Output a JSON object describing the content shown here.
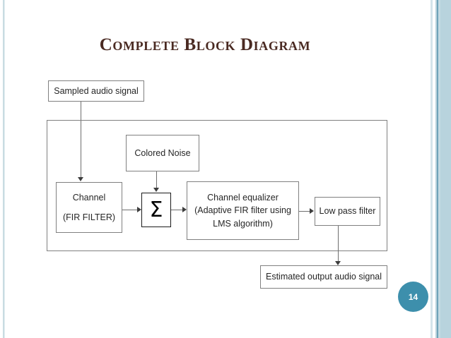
{
  "slide": {
    "title": "Complete Block Diagram",
    "page_number": "14",
    "accent_color": "#3d8fac",
    "title_color": "#4a2a22",
    "edge_stripe_color": "#b8d3dd"
  },
  "diagram": {
    "type": "block-diagram",
    "blocks": [
      {
        "id": "sampled-audio-signal",
        "lines": [
          "Sampled audio signal"
        ]
      },
      {
        "id": "colored-noise",
        "lines": [
          "Colored Noise"
        ]
      },
      {
        "id": "channel",
        "lines": [
          "Channel",
          "(FIR FILTER)"
        ]
      },
      {
        "id": "summation",
        "lines": [
          "Σ"
        ]
      },
      {
        "id": "channel-equalizer",
        "lines": [
          "Channel equalizer",
          "(Adaptive FIR filter using",
          "LMS algorithm)"
        ]
      },
      {
        "id": "low-pass-filter",
        "lines": [
          "Low pass filter"
        ]
      },
      {
        "id": "estimated-output",
        "lines": [
          "Estimated output audio signal"
        ]
      }
    ],
    "connections": [
      {
        "from": "sampled-audio-signal",
        "to": "channel"
      },
      {
        "from": "colored-noise",
        "to": "summation"
      },
      {
        "from": "channel",
        "to": "summation"
      },
      {
        "from": "summation",
        "to": "channel-equalizer"
      },
      {
        "from": "channel-equalizer",
        "to": "low-pass-filter"
      },
      {
        "from": "low-pass-filter",
        "to": "estimated-output"
      }
    ]
  }
}
